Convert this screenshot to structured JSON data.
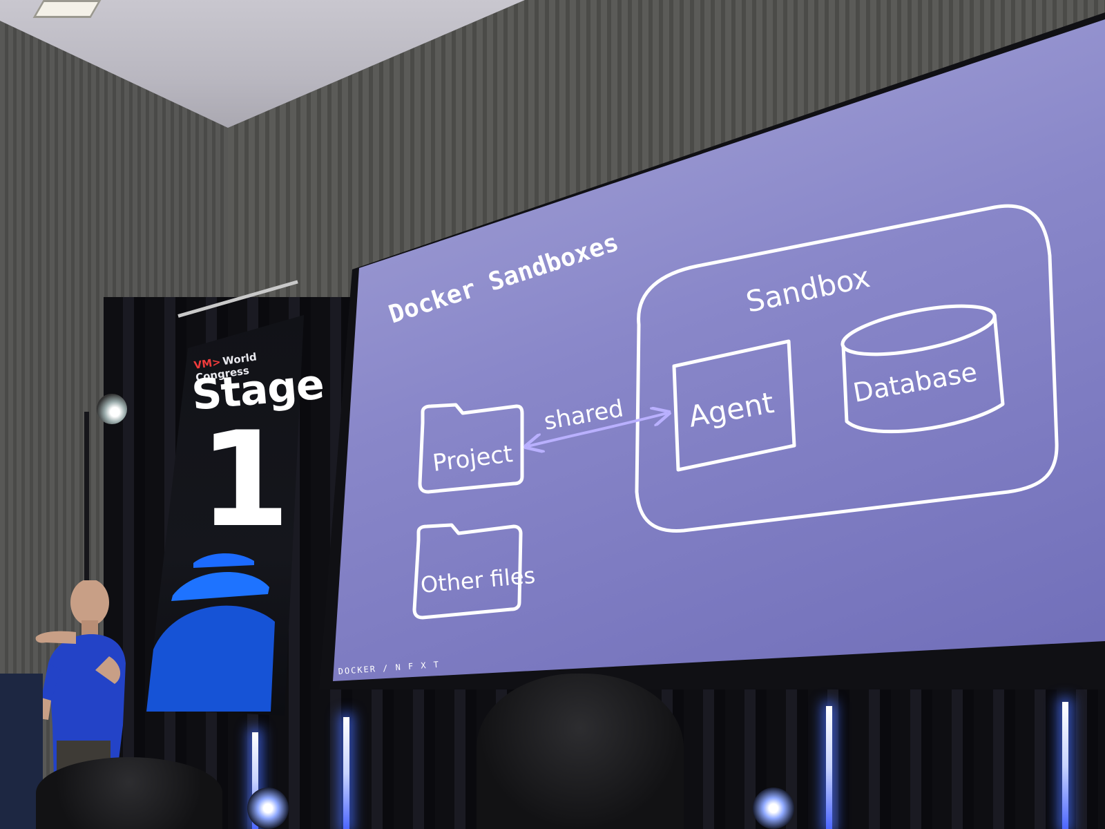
{
  "slide": {
    "title": "Docker Sandboxes",
    "sandbox_label": "Sandbox",
    "agent_label": "Agent",
    "database_label": "Database",
    "project_label": "Project",
    "other_files_label": "Other files",
    "arrow_label": "shared",
    "footer": "DOCKER / N F X T"
  },
  "banner": {
    "brand": "World Congress",
    "stage": "Stage",
    "number": "1"
  },
  "colors": {
    "slide_background": "#8987c9",
    "slide_strokes": "#ffffff",
    "arrow": "#b9b0ff",
    "brand_logo": "#ef3b3b",
    "speaker_shirt": "#2343c7",
    "uplight": "#4c66ff"
  }
}
